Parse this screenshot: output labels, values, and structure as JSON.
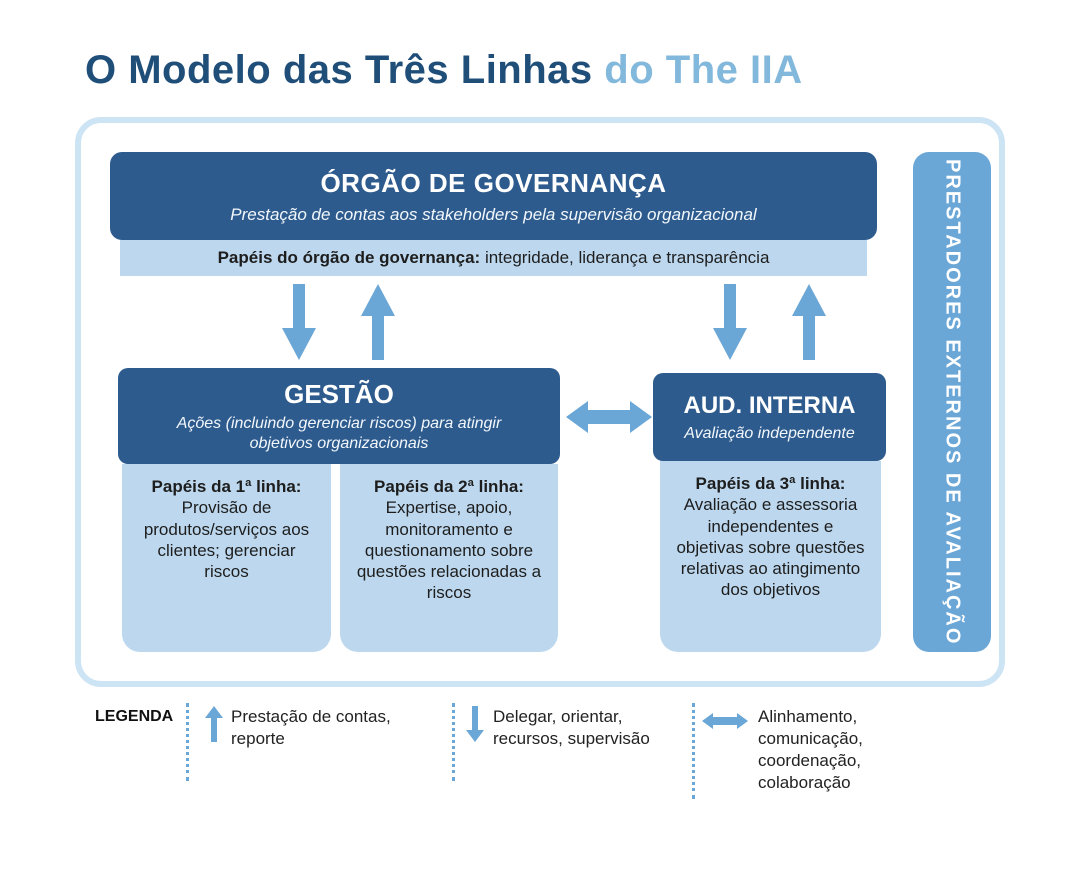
{
  "colors": {
    "dark-blue": "#2e5b8d",
    "light-blue": "#bdd8ee",
    "mid-blue": "#6ba7d6",
    "border-blue": "#cde4f5",
    "title-dark": "#1f4e79",
    "title-light": "#82b8dc",
    "text-dark": "#1d1d1d"
  },
  "title": {
    "main": "O Modelo das Três Linhas ",
    "accent": "do The IIA"
  },
  "governance": {
    "title": "ÓRGÃO DE GOVERNANÇA",
    "subtitle": "Prestação de contas aos stakeholders pela supervisão organizacional",
    "roles_bold": "Papéis do órgão de governança:",
    "roles_rest": " integridade, liderança e transparência"
  },
  "management": {
    "title": "GESTÃO",
    "subtitle": "Ações (incluindo gerenciar riscos) para atingir objetivos organizacionais"
  },
  "internal_audit": {
    "title": "AUD. INTERNA",
    "subtitle": "Avaliação independente"
  },
  "first_line": {
    "heading": "Papéis da 1ª linha:",
    "body": "Provisão de produtos/serviços aos clientes; gerenciar riscos"
  },
  "second_line": {
    "heading": "Papéis da 2ª linha:",
    "body": "Expertise, apoio, monitoramento e questionamento sobre questões relacionadas a riscos"
  },
  "third_line": {
    "heading": "Papéis da 3ª linha:",
    "body": "Avaliação e assessoria independentes e objetivas sobre questões relativas ao atingimento dos objetivos"
  },
  "external_providers": {
    "label": "PRESTADORES EXTERNOS DE AVALIAÇÃO"
  },
  "legend": {
    "label": "LEGENDA",
    "items": [
      {
        "icon": "arrow-up-icon",
        "text": "Prestação de contas, reporte"
      },
      {
        "icon": "arrow-down-icon",
        "text": "Delegar, orientar, recursos, supervisão"
      },
      {
        "icon": "arrow-left-right-icon",
        "text": "Alinhamento, comunicação, coordenação, colaboração"
      }
    ]
  }
}
